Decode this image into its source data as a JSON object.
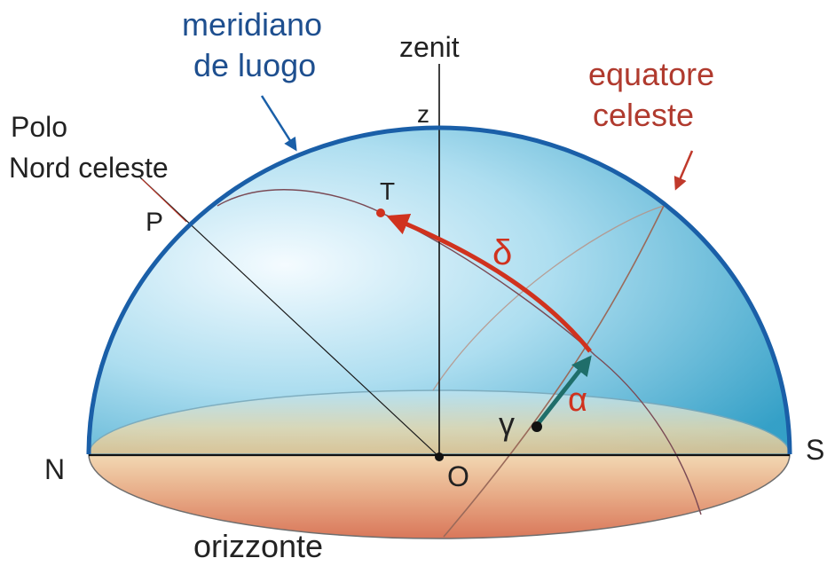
{
  "labels": {
    "meridian_line1": "meridiano",
    "meridian_line2": "de luogo",
    "zenith": "zenit",
    "zenith_point": "z",
    "equator_line1": "equatore",
    "equator_line2": "celeste",
    "pole_line1": "Polo",
    "pole_line2": "Nord celeste",
    "pole_point": "P",
    "star_point": "T",
    "declination": "δ",
    "right_ascension": "α",
    "vernal_point": "γ",
    "north": "N",
    "south": "S",
    "observer": "O",
    "horizon": "orizzonte"
  },
  "colors": {
    "meridian_text": "#1e4f8f",
    "meridian_arc": "#1a5fa8",
    "equator_text": "#b03a2e",
    "equator_arc": "#9a6a5a",
    "declination_arc": "#d0321e",
    "ra_arrow": "#1f6e6a",
    "dark_text": "#222222"
  }
}
